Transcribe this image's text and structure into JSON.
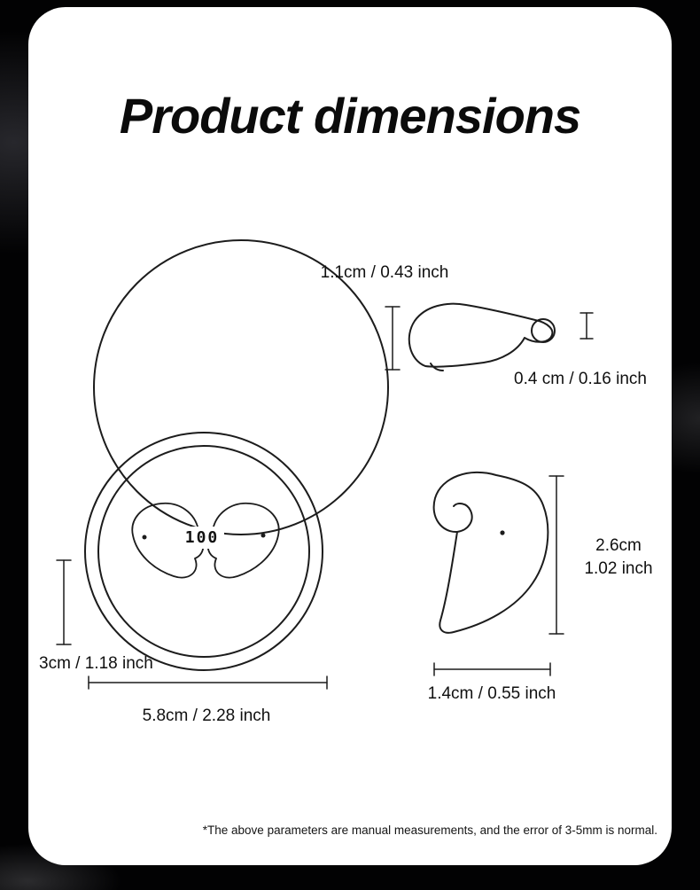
{
  "title": "Product dimensions",
  "case_display": {
    "battery_level": "100"
  },
  "labels": {
    "earbud_length": "1.1cm / 0.43 inch",
    "earbud_thickness": "0.4 cm / 0.16 inch",
    "earbud_height_cm": "2.6cm",
    "earbud_height_inch": "1.02 inch",
    "earbud_width": "1.4cm / 0.55 inch",
    "case_height": "3cm / 1.18 inch",
    "case_width": "5.8cm / 2.28 inch"
  },
  "footnote": "*The above parameters are manual measurements, and the error of 3-5mm is normal."
}
